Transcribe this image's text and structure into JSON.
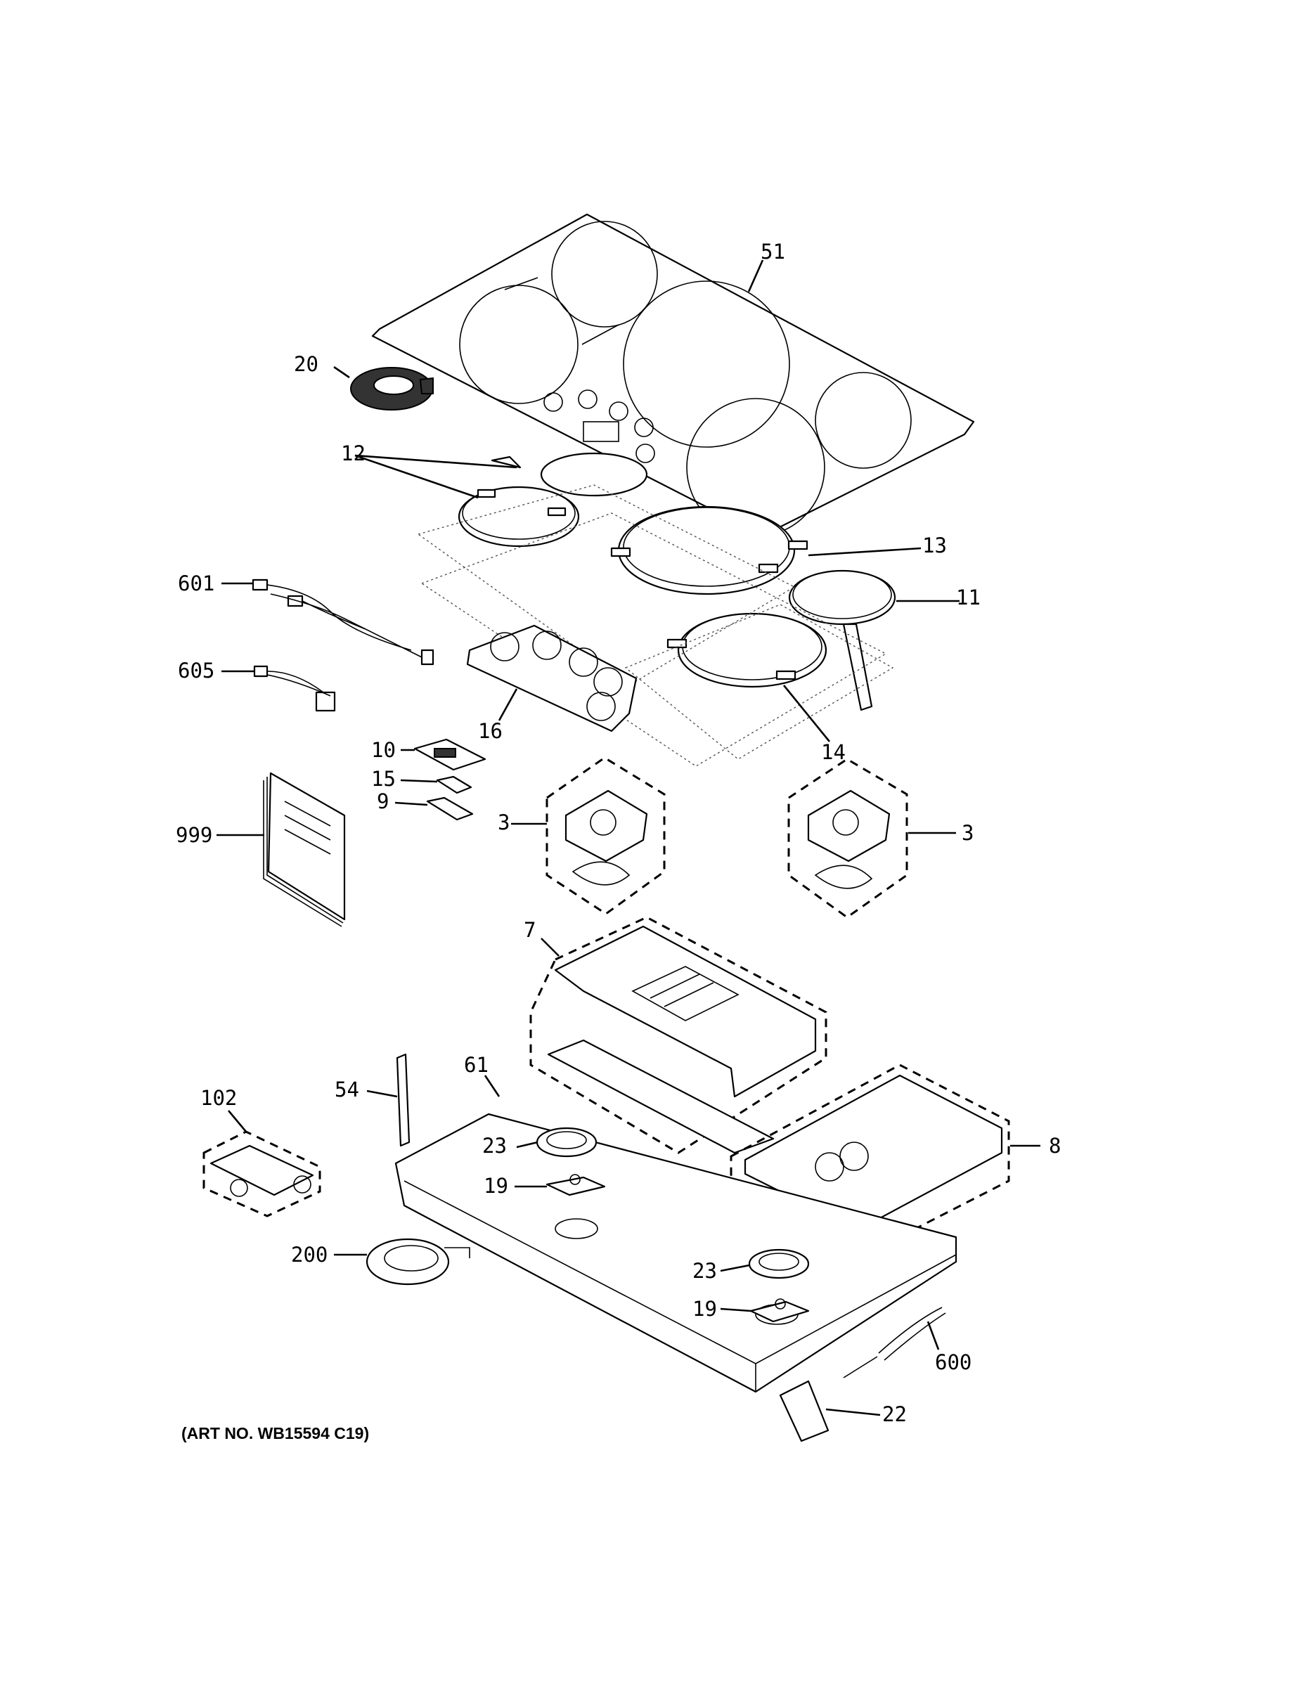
{
  "art_number": "(ART NO. WB15594 C19)",
  "callouts": {
    "c51": "51",
    "c20": "20",
    "c12": "12",
    "c13": "13",
    "c11": "11",
    "c601": "601",
    "c605": "605",
    "c16": "16",
    "c14": "14",
    "c10": "10",
    "c15": "15",
    "c9": "9",
    "c3a": "3",
    "c3b": "3",
    "c999": "999",
    "c7": "7",
    "c61": "61",
    "c54": "54",
    "c102": "102",
    "c23a": "23",
    "c19a": "19",
    "c8": "8",
    "c200": "200",
    "c23b": "23",
    "c19b": "19",
    "c600": "600",
    "c22": "22"
  }
}
